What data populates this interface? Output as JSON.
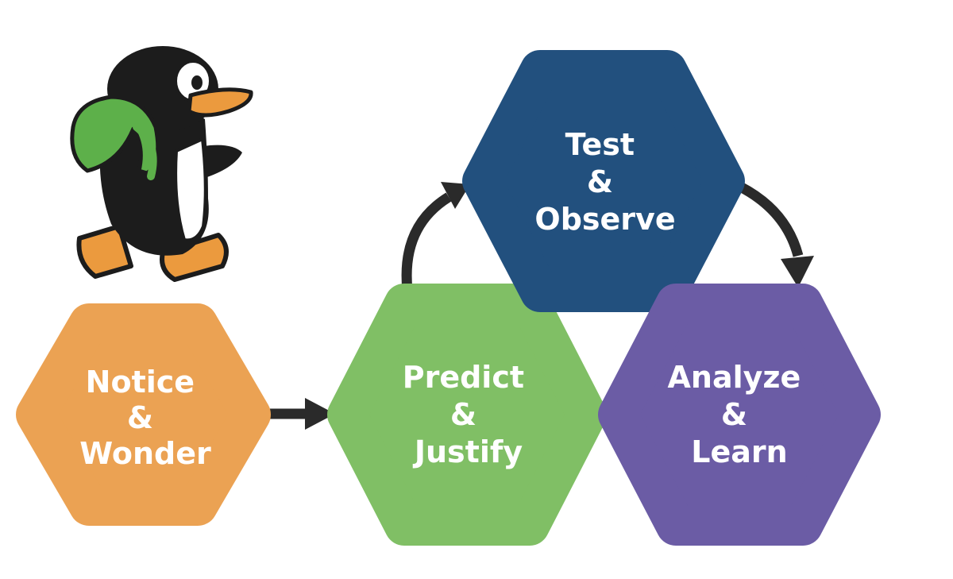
{
  "steps": [
    {
      "id": "notice",
      "lines": [
        "Notice",
        "&",
        "Wonder"
      ],
      "color": "#EBA253"
    },
    {
      "id": "predict",
      "lines": [
        "Predict",
        "&",
        "Justify"
      ],
      "color": "#80BF65"
    },
    {
      "id": "test",
      "lines": [
        "Test",
        "&",
        "Observe"
      ],
      "color": "#22507E"
    },
    {
      "id": "analyze",
      "lines": [
        "Analyze",
        "&",
        "Learn"
      ],
      "color": "#6B5CA5"
    }
  ],
  "colors": {
    "arrow": "#2a2a2a",
    "penguin_body": "#1c1c1c",
    "penguin_belly": "#ffffff",
    "penguin_orange": "#EB9A3E",
    "penguin_backpack": "#5DB04A"
  },
  "icons": {
    "mascot": "penguin-with-backpack"
  }
}
